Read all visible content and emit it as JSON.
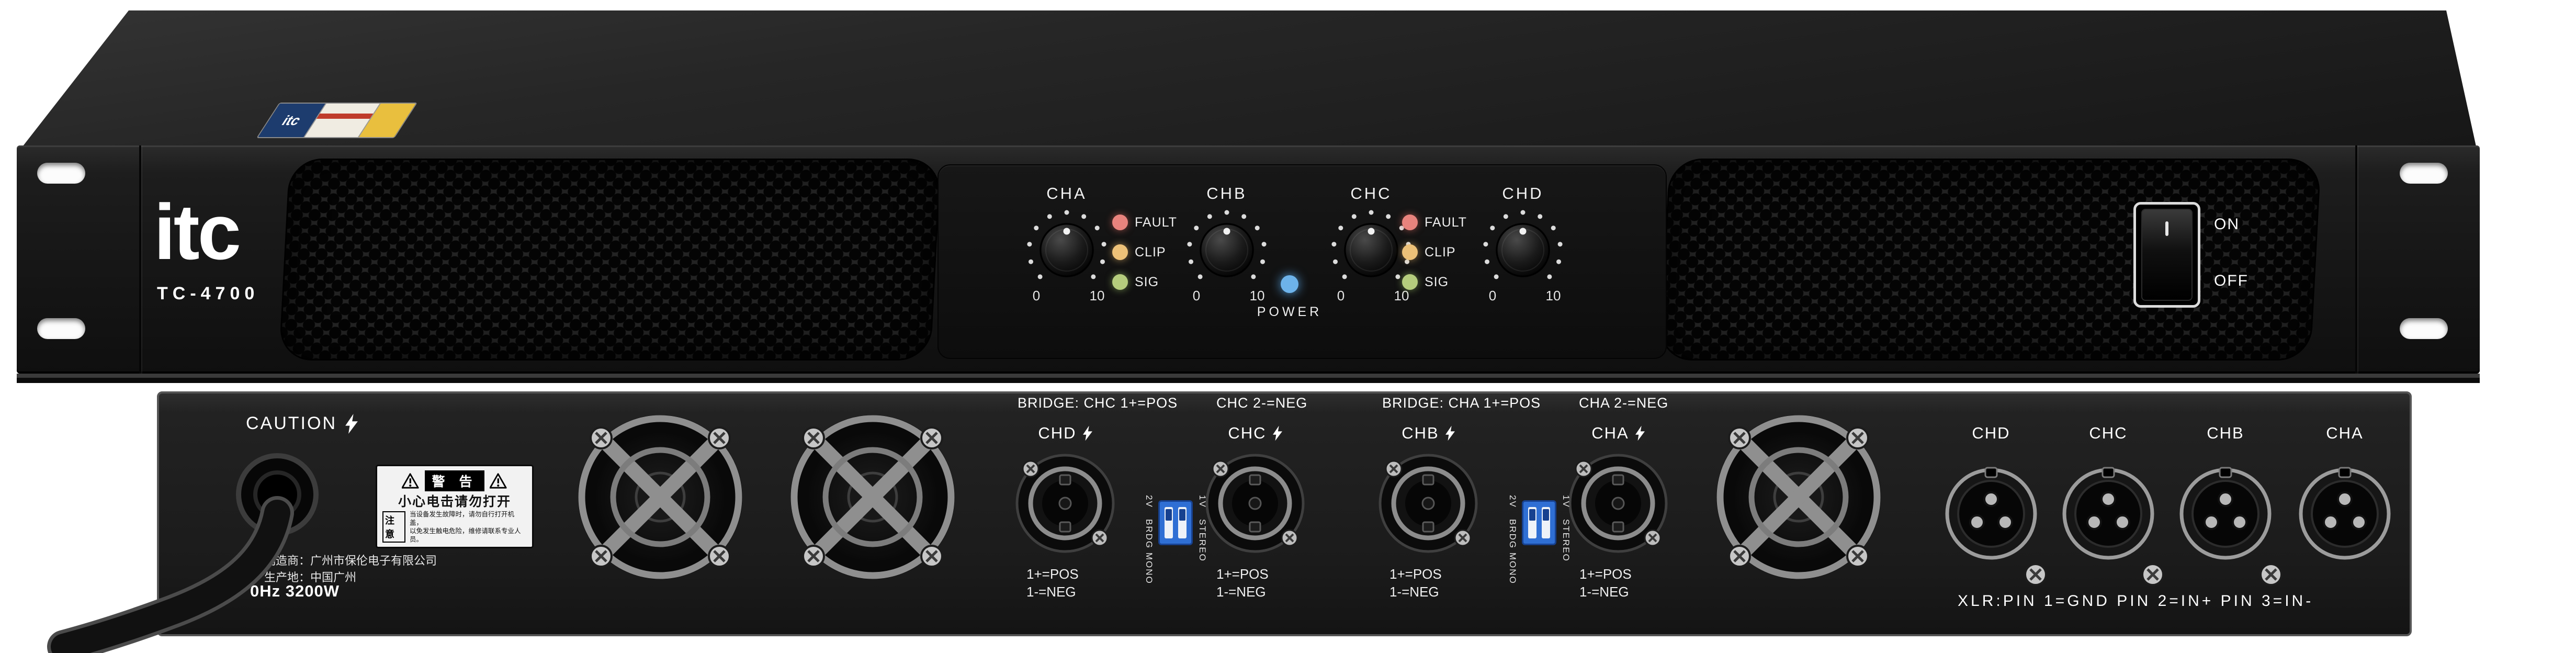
{
  "front": {
    "brand": "itc",
    "model": "TC-4700",
    "sticker_text": "itc",
    "channels": [
      "CHA",
      "CHB",
      "CHC",
      "CHD"
    ],
    "scale_min": "0",
    "scale_max": "10",
    "led_labels": [
      "FAULT",
      "CLIP",
      "SIG"
    ],
    "led_colors": {
      "fault": "#e8837d",
      "clip": "#edc178",
      "sig": "#b5cd7d"
    },
    "power_label": "POWER",
    "power_led_color": "#6db3ea",
    "switch_on": "ON",
    "switch_off": "OFF"
  },
  "rear": {
    "caution": "CAUTION",
    "warning_label": {
      "header": "警 告",
      "line": "小心电击请勿打开",
      "note": "注意",
      "small1": "当设备发生故障时，请勿自行打开机盖，",
      "small2": "以免发生触电危险，维修请联系专业人员。"
    },
    "mfr_line1": "制造商：广州市保伦电子有限公司",
    "mfr_line2": "生产地：中国广州",
    "power_spec": "0Hz 3200W",
    "bridge_groups": [
      {
        "left": "BRIDGE: CHC 1+=POS",
        "right": "CHC 2-=NEG"
      },
      {
        "left": "BRIDGE: CHA 1+=POS",
        "right": "CHA 2-=NEG"
      }
    ],
    "speakon_labels": [
      "CHD",
      "CHC",
      "CHB",
      "CHA"
    ],
    "polarity_line1": "1+=POS",
    "polarity_line2": "1-=NEG",
    "dip_labels": {
      "top_left": "2V",
      "bottom_left": "BRDG MONO",
      "top_right": "1V",
      "bottom_right": "STEREO"
    },
    "dip_color": "#2f6fd4",
    "xlr_labels": [
      "CHD",
      "CHC",
      "CHB",
      "CHA"
    ],
    "xlr_note": "XLR:PIN 1=GND PIN 2=IN+ PIN 3=IN-"
  },
  "icons": {
    "lightning_bolt": "⚡",
    "warning_triangle": "⚠"
  }
}
